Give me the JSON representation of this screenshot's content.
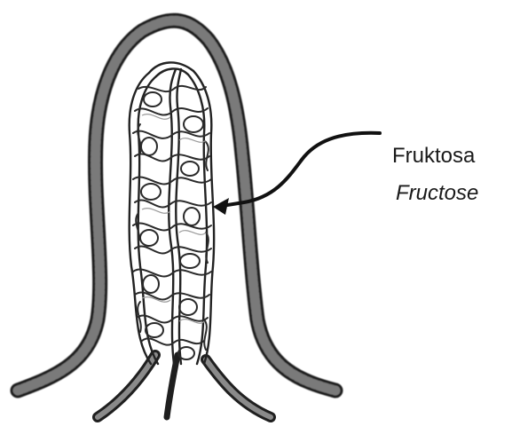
{
  "diagram": {
    "label_primary": "Fruktosa",
    "label_secondary": "Fructose",
    "pointer_target": "blood-capillary-network",
    "colors": {
      "line": "#1f1f1f",
      "wall_fill": "#5a5a5a",
      "background": "#ffffff"
    }
  }
}
